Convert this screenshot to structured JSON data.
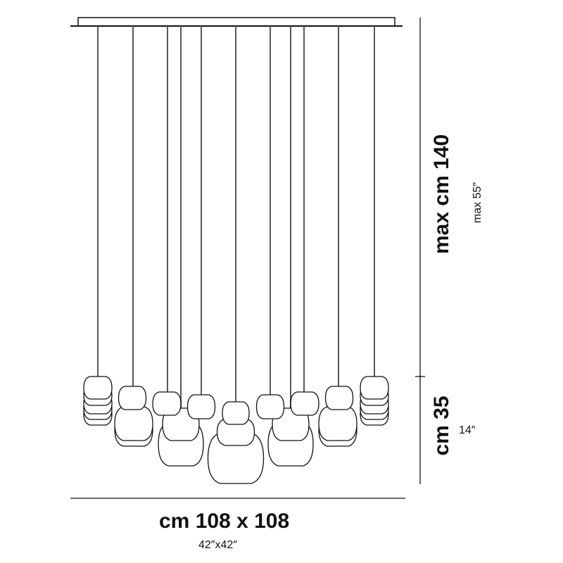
{
  "dimensions": {
    "height_max_cm": "max cm 140",
    "height_max_in": "max 55″",
    "cluster_height_cm": "cm 35",
    "cluster_height_in": "14″",
    "width_cm": "cm 108 x 108",
    "width_in": "42″x42″"
  },
  "colors": {
    "line": "#111111",
    "background": "#ffffff"
  }
}
